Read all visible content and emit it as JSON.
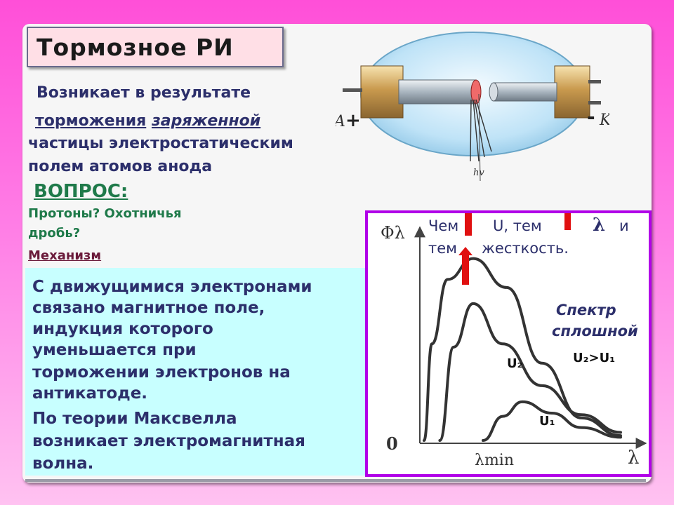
{
  "title": "Тормозное РИ",
  "intro": {
    "line1": "Возникает в результате",
    "line2a": "торможения",
    "line2b": "заряженной",
    "line3": "частицы электростатическим",
    "line4": "полем  атомов  анода"
  },
  "question": {
    "heading": "ВОПРОС:",
    "line1": "Протоны? Охотничья",
    "line2": "дробь?",
    "line3": "Механизм"
  },
  "tube_labels": {
    "anode": "A",
    "plus": "+",
    "minus": "-",
    "cathode": "K",
    "photon": "hv"
  },
  "explanation": [
    "С движущимися электронами",
    "связано магнитное поле,",
    "индукция которого",
    "уменьшается при",
    "торможении электронов на",
    "антикатоде.",
    "По теории  Максвелла",
    "возникает электромагнитная",
    "волна."
  ],
  "chart_data": {
    "type": "line",
    "ylabel": "Φλ",
    "xlabel": "λ",
    "origin_label": "0",
    "xmin_label": "λmin",
    "note": {
      "w1": "Чем",
      "w2": "U, тем",
      "w3": "λ",
      "w4": "и",
      "w5": "тем",
      "w6": "жесткость."
    },
    "spectrum_label_1": "Спектр",
    "spectrum_label_2": "сплошной",
    "relation": "U₂>U₁",
    "series": [
      {
        "name": "U₂",
        "x": [
          0.08,
          0.15,
          0.25,
          0.4,
          0.6,
          0.8,
          1.0
        ],
        "y": [
          0.0,
          0.58,
          0.85,
          0.6,
          0.34,
          0.16,
          0.05
        ]
      },
      {
        "name": "U₁",
        "x": [
          0.3,
          0.4,
          0.5,
          0.65,
          0.8,
          1.0
        ],
        "y": [
          0.0,
          0.15,
          0.24,
          0.17,
          0.08,
          0.02
        ]
      },
      {
        "name": "",
        "x": [
          0.0,
          0.04,
          0.12,
          0.25,
          0.42,
          0.6,
          0.8,
          1.0
        ],
        "y": [
          0.0,
          0.6,
          1.0,
          1.13,
          0.95,
          0.48,
          0.14,
          0.03
        ]
      }
    ]
  },
  "colors": {
    "accent_purple": "#b100e8",
    "text_navy": "#2c2f6b",
    "text_green": "#1f7a4a",
    "arrow_red": "#e01010",
    "box_cyan": "#c8ffff"
  }
}
